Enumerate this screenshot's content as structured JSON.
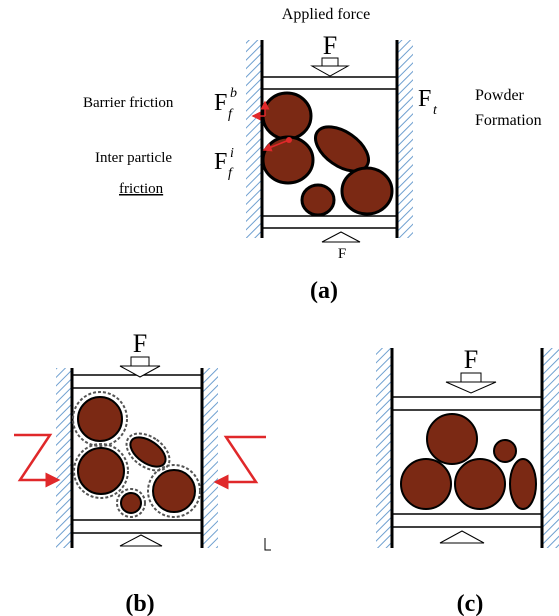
{
  "panel_a": {
    "top_label": "Applied force",
    "force_top": "F",
    "force_bottom": "F",
    "barrier_friction": "Barrier friction",
    "barrier_symbol": "F",
    "barrier_sup": "b",
    "barrier_sub": "f",
    "inter_particle_line1": "Inter particle",
    "inter_particle_line2": "friction",
    "inter_symbol": "F",
    "inter_sup": "i",
    "inter_sub": "f",
    "ft_symbol": "F",
    "ft_sub": "t",
    "powder_line1": "Powder",
    "powder_line2": "Formation",
    "caption": "(a)"
  },
  "panel_b": {
    "force_top": "F",
    "caption": "(b)"
  },
  "panel_c": {
    "force_top": "F",
    "caption": "(c)"
  },
  "colors": {
    "particle_fill": "#7b2914",
    "friction_arrow": "#e0282a",
    "wall_hatch": "#6fa0d0"
  }
}
